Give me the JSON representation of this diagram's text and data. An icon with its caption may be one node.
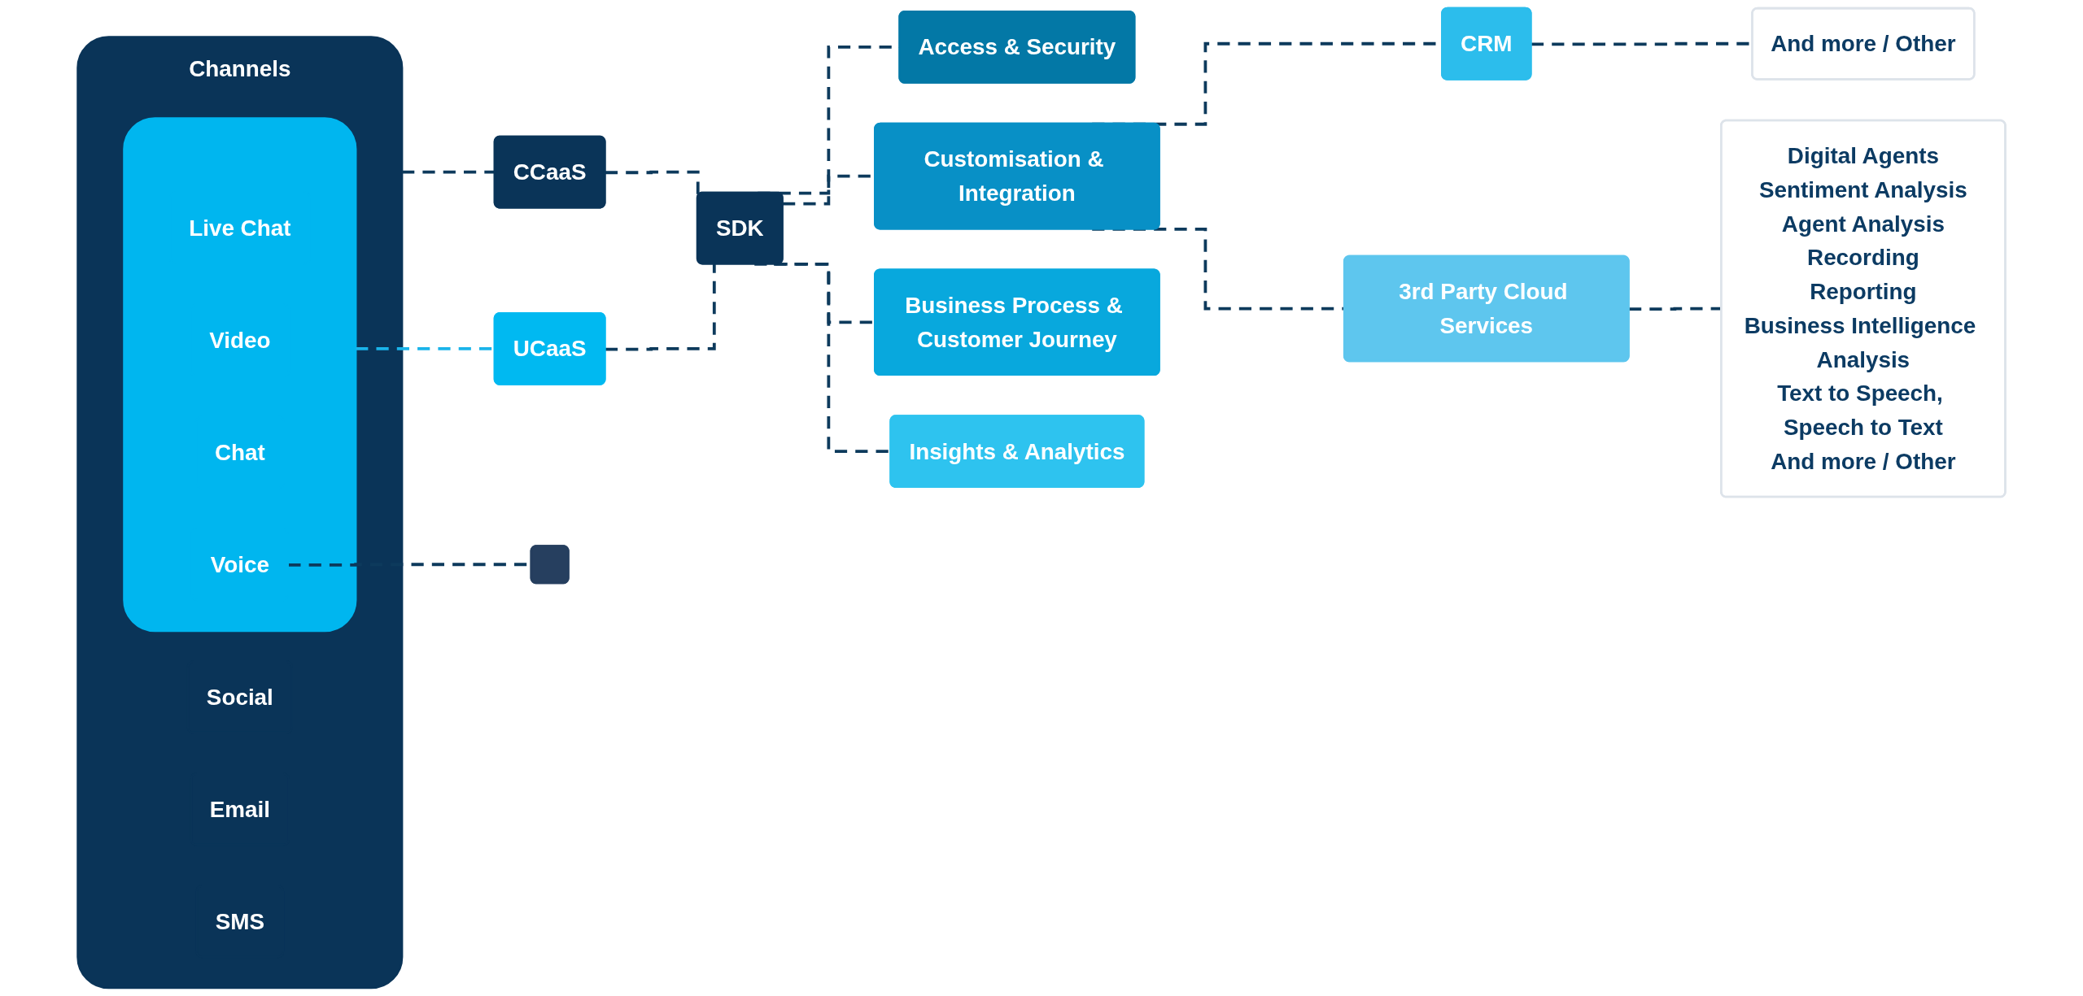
{
  "diagram": {
    "nodes": [
      {
        "text": [
          "Channels"
        ]
      },
      {
        "text": [
          "Social"
        ],
        "in": 0
      },
      {
        "text": [
          "Email"
        ],
        "in": 0
      },
      {
        "text": [
          "SMS"
        ],
        "in": 0
      },
      {
        "text": [],
        "shape": "box",
        "in": 0
      },
      {
        "text": [
          "Live Chat"
        ],
        "in": 4
      },
      {
        "text": [
          "Video"
        ],
        "in": 4
      },
      {
        "text": [
          "Chat"
        ],
        "in": 4
      },
      {
        "text": [
          "Voice"
        ],
        "in": 4
      },
      {
        "text": [
          "CCaaS"
        ]
      },
      {
        "text": [
          "SDK"
        ]
      },
      {
        "text": [
          "UCaaS"
        ]
      },
      {
        "text": [],
        "shape": "box"
      },
      {
        "text": [
          "Access & Security"
        ]
      },
      {
        "text": [
          "Customisation & Integration"
        ]
      },
      {
        "text": [
          "Business Process & Customer Journey"
        ]
      },
      {
        "text": [
          "Insights & Analytics"
        ]
      },
      {
        "text": [
          "CRM"
        ]
      },
      {
        "text": [
          "3rd Party Cloud Services"
        ]
      },
      {
        "text": [
          "And more / Other"
        ]
      },
      {
        "text": [
          "Digital Agents",
          "Sentiment Analysis",
          "Agent Analysis",
          "Recording",
          "Reporting",
          "Business Intelligence Analysis",
          "Text to Speech, Speech to Text",
          "And more / Other"
        ]
      }
    ],
    "edges": [
      {
        "from": 0,
        "to": 9,
        "arrow": "none",
        "style": "dashed"
      },
      {
        "from": 9,
        "to": 10,
        "arrow": "none",
        "style": "dashed"
      },
      {
        "from": 11,
        "to": 10,
        "arrow": "none",
        "style": "dashed"
      },
      {
        "from": 4,
        "to": 11,
        "arrow": "none",
        "style": "dashed",
        "color": "#1ab4ea"
      },
      {
        "from": 8,
        "to": 12,
        "arrow": "none",
        "style": "dashed"
      },
      {
        "from": 10,
        "to": 13,
        "arrow": "none",
        "style": "dashed"
      },
      {
        "from": 10,
        "to": 14,
        "arrow": "none",
        "style": "dashed"
      },
      {
        "from": 10,
        "to": 15,
        "arrow": "none",
        "style": "dashed"
      },
      {
        "from": 10,
        "to": 16,
        "arrow": "none",
        "style": "dashed"
      },
      {
        "from": 14,
        "to": 17,
        "arrow": "none",
        "style": "dashed"
      },
      {
        "from": 14,
        "to": 18,
        "arrow": "none",
        "style": "dashed"
      },
      {
        "from": 17,
        "to": 19,
        "arrow": "none",
        "style": "dashed"
      },
      {
        "from": 18,
        "to": 20,
        "arrow": "none",
        "style": "dashed"
      }
    ]
  }
}
